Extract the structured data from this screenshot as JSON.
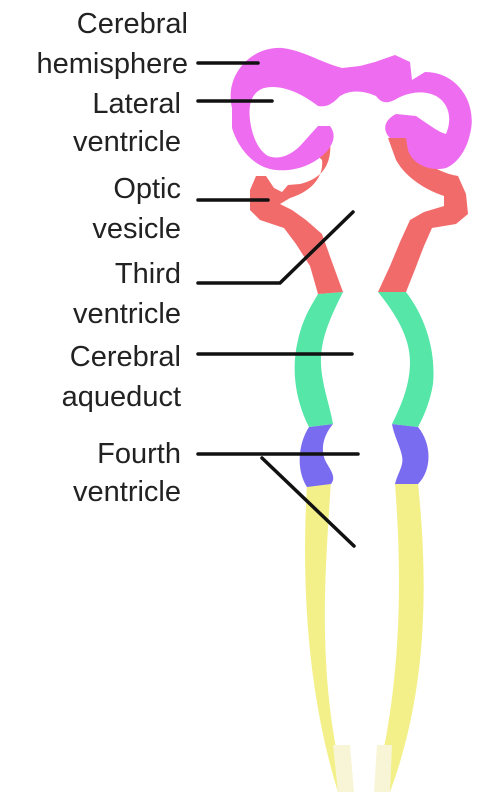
{
  "labels": {
    "cerebral_hemisphere": [
      "Cerebral",
      "hemisphere"
    ],
    "lateral_ventricle": [
      "Lateral",
      "ventricle"
    ],
    "optic_vesicle": [
      "Optic",
      "vesicle"
    ],
    "third_ventricle": [
      "Third",
      "ventricle"
    ],
    "cerebral_aqueduct": [
      "Cerebral",
      "aqueduct"
    ],
    "fourth_ventricle": [
      "Fourth",
      "ventricle"
    ]
  },
  "colors": {
    "telencephalon": "#ee6cf0",
    "diencephalon": "#f26b6b",
    "mesencephalon": "#55e6a8",
    "metencephalon": "#7a6cf0",
    "spinal_cord": "#f3f089",
    "spinal_cord_tip": "#f7f5d6",
    "text": "#222222",
    "leader_line": "#111111"
  }
}
